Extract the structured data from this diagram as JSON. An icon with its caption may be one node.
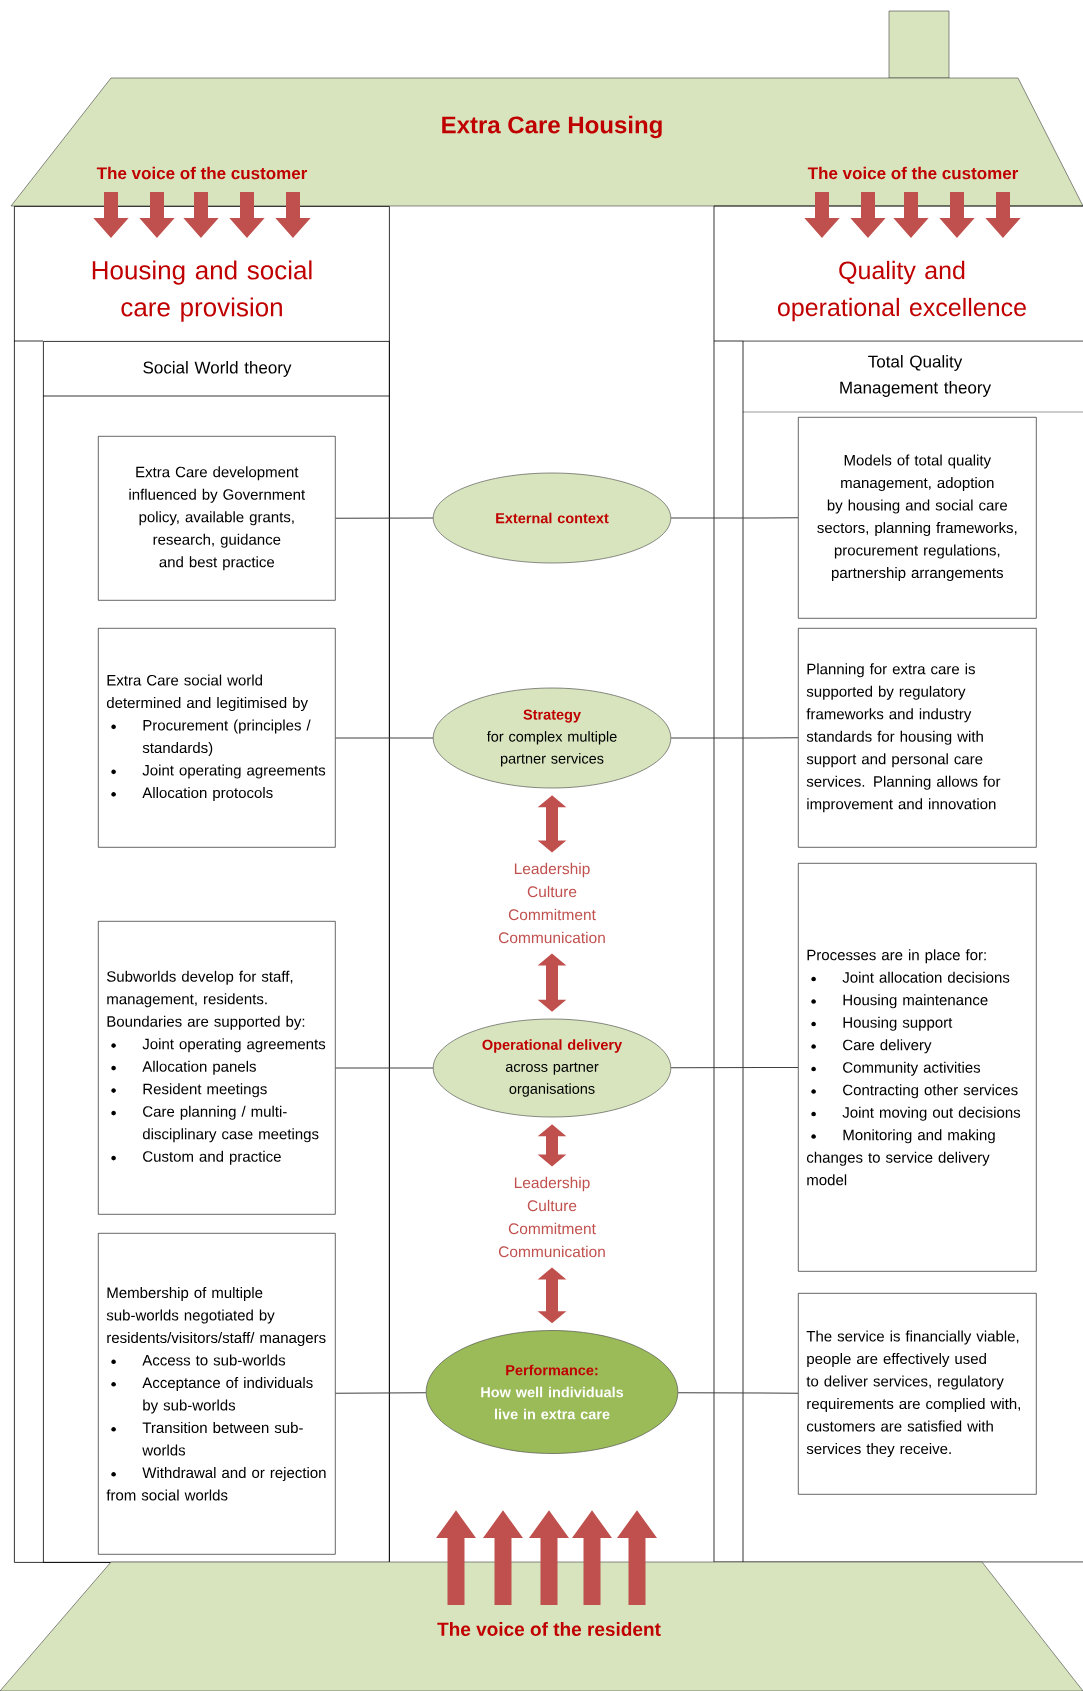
{
  "diagram": {
    "nodes": [
      {
        "text": [
          "Extra Care Housing",
          "The voice of the customer",
          "The voice of the customer"
        ]
      },
      {
        "text": [
          "Housing and social care provision"
        ]
      },
      {
        "text": [
          "Social World theory"
        ],
        "in": 1
      },
      {
        "text": [
          "Quality and operational excellence"
        ]
      },
      {
        "text": [
          "Total Quality Management theory"
        ],
        "in": 3
      },
      {
        "text": [
          "External context"
        ]
      },
      {
        "text": [
          "Strategy",
          "for complex multiple partner services"
        ]
      },
      {
        "text": [
          "Operational delivery",
          "across partner organisations"
        ]
      },
      {
        "text": [
          "Performance:",
          "How well individuals live in extra care"
        ]
      },
      {
        "text": [
          "Leadership Culture Commitment Communication"
        ]
      },
      {
        "text": [
          "Leadership Culture Commitment Communication"
        ]
      },
      {
        "text": [
          "Extra Care development influenced by Government policy, available grants, research, guidance and best practice"
        ],
        "in": 2
      },
      {
        "text": [
          "Extra Care social world determined and legitimised by",
          "Procurement (principles / standards)",
          "Joint operating agreements",
          "Allocation protocols"
        ],
        "in": 2
      },
      {
        "text": [
          "Subworlds develop for staff, management, residents. Boundaries are supported by:",
          "Joint operating agreements",
          "Allocation panels",
          "Resident meetings",
          "Care planning / multi-disciplinary case meetings",
          "Custom and practice"
        ],
        "in": 2
      },
      {
        "text": [
          "Membership of multiple sub-worlds negotiated by residents/visitors/staff/ managers",
          "Access to sub-worlds",
          "Acceptance of individuals by sub-worlds",
          "Transition between sub-worlds",
          "Withdrawal and or rejection from social worlds"
        ],
        "in": 2
      },
      {
        "text": [
          "Models of total quality management, adoption by housing and social care sectors, planning frameworks, procurement regulations, partnership arrangements"
        ],
        "in": 4
      },
      {
        "text": [
          "Planning for extra care is supported by regulatory frameworks and industry standards for housing with support and personal care services. Planning allows for improvement and innovation"
        ],
        "in": 4
      },
      {
        "text": [
          "Processes are in place for:",
          "Joint allocation decisions",
          "Housing maintenance",
          "Housing support",
          "Care delivery",
          "Community activities",
          "Contracting other services",
          "Joint moving out decisions",
          "Monitoring and making changes to service delivery model"
        ],
        "in": 4
      },
      {
        "text": [
          "The service is financially viable, people are effectively used to deliver services, regulatory requirements are complied with, customers are satisfied with services they receive."
        ],
        "in": 4
      },
      {
        "text": [
          "The voice of the resident"
        ]
      }
    ],
    "edges": [
      {
        "from": 11,
        "to": 5,
        "arrow": "none"
      },
      {
        "from": 5,
        "to": 15,
        "arrow": "none"
      },
      {
        "from": 12,
        "to": 6,
        "arrow": "none"
      },
      {
        "from": 6,
        "to": 16,
        "arrow": "none"
      },
      {
        "from": 13,
        "to": 7,
        "arrow": "none"
      },
      {
        "from": 7,
        "to": 17,
        "arrow": "none"
      },
      {
        "from": 14,
        "to": 8,
        "arrow": "none"
      },
      {
        "from": 8,
        "to": 18,
        "arrow": "none"
      },
      {
        "from": 6,
        "to": 9,
        "arrow": "both",
        "style": "thick",
        "color": "#c0504d"
      },
      {
        "from": 9,
        "to": 7,
        "arrow": "both",
        "style": "thick",
        "color": "#c0504d"
      },
      {
        "from": 7,
        "to": 10,
        "arrow": "both",
        "style": "thick",
        "color": "#c0504d"
      },
      {
        "from": 10,
        "to": 8,
        "arrow": "both",
        "style": "thick",
        "color": "#c0504d"
      }
    ]
  }
}
